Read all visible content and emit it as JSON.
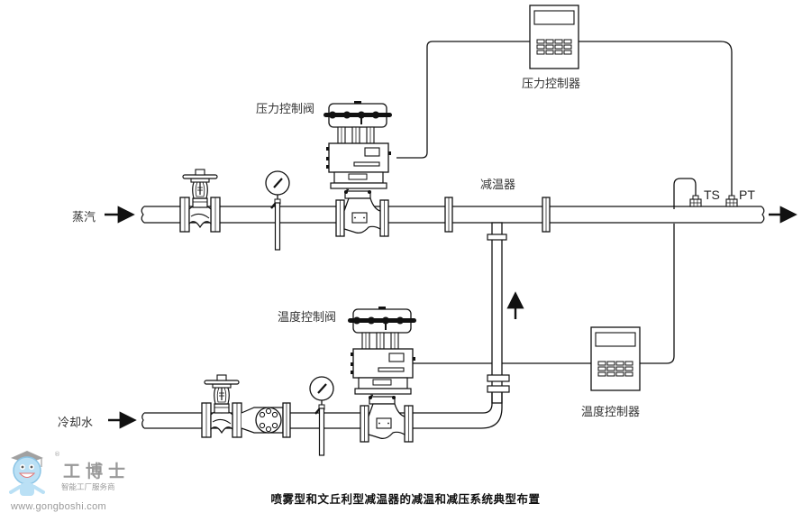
{
  "diagram": {
    "title": "喷雾型和文丘利型减温器的减温和减压系统典型布置",
    "labels": {
      "steam_inlet": "蒸汽",
      "cooling_water_inlet": "冷却水",
      "pressure_control_valve": "压力控制阀",
      "temperature_control_valve": "温度控制阀",
      "desuperheater": "减温器",
      "pressure_controller": "压力控制器",
      "temperature_controller": "温度控制器",
      "temperature_sensor": "TS",
      "pressure_transmitter": "PT"
    },
    "flows": [
      {
        "from": "蒸汽",
        "to": "压力控制阀",
        "direction": "right"
      },
      {
        "from": "冷却水",
        "to": "温度控制阀",
        "direction": "right"
      },
      {
        "from": "温度控制阀",
        "to": "减温器",
        "direction": "up"
      },
      {
        "from": "减温器",
        "to": "outlet",
        "direction": "right"
      }
    ],
    "signals": [
      {
        "from": "PT",
        "to": "压力控制器"
      },
      {
        "from": "压力控制器",
        "to": "压力控制阀"
      },
      {
        "from": "TS",
        "to": "温度控制器"
      },
      {
        "from": "温度控制器",
        "to": "温度控制阀"
      }
    ]
  },
  "watermark": {
    "brand": "工博士",
    "registered": "®",
    "tagline": "智能工厂服务商",
    "url": "www.gongboshi.com"
  },
  "colors": {
    "line": "#1a1a1a",
    "text": "#333333",
    "watermark": "#7a7a7a",
    "mascot_face": "#9fd3f0"
  }
}
